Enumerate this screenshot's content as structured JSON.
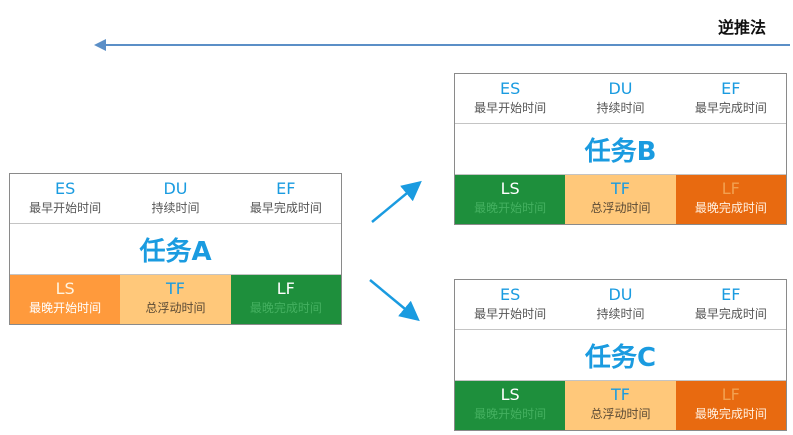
{
  "direction_label": "逆推法",
  "colors": {
    "accent_blue": "#1a9be0",
    "green": "#1e8f3c",
    "orange": "#ff9a3c",
    "light_orange": "#ffc87a",
    "dark_orange": "#e86a10"
  },
  "tasks": {
    "a": {
      "name": "任务A",
      "es": {
        "code": "ES",
        "desc": "最早开始时间"
      },
      "du": {
        "code": "DU",
        "desc": "持续时间"
      },
      "ef": {
        "code": "EF",
        "desc": "最早完成时间"
      },
      "ls": {
        "code": "LS",
        "desc": "最晚开始时间"
      },
      "tf": {
        "code": "TF",
        "desc": "总浮动时间"
      },
      "lf": {
        "code": "LF",
        "desc": "最晚完成时间"
      }
    },
    "b": {
      "name": "任务B",
      "es": {
        "code": "ES",
        "desc": "最早开始时间"
      },
      "du": {
        "code": "DU",
        "desc": "持续时间"
      },
      "ef": {
        "code": "EF",
        "desc": "最早完成时间"
      },
      "ls": {
        "code": "LS",
        "desc": "最晚开始时间"
      },
      "tf": {
        "code": "TF",
        "desc": "总浮动时间"
      },
      "lf": {
        "code": "LF",
        "desc": "最晚完成时间"
      }
    },
    "c": {
      "name": "任务C",
      "es": {
        "code": "ES",
        "desc": "最早开始时间"
      },
      "du": {
        "code": "DU",
        "desc": "持续时间"
      },
      "ef": {
        "code": "EF",
        "desc": "最早完成时间"
      },
      "ls": {
        "code": "LS",
        "desc": "最晚开始时间"
      },
      "tf": {
        "code": "TF",
        "desc": "总浮动时间"
      },
      "lf": {
        "code": "LF",
        "desc": "最晚完成时间"
      }
    }
  }
}
